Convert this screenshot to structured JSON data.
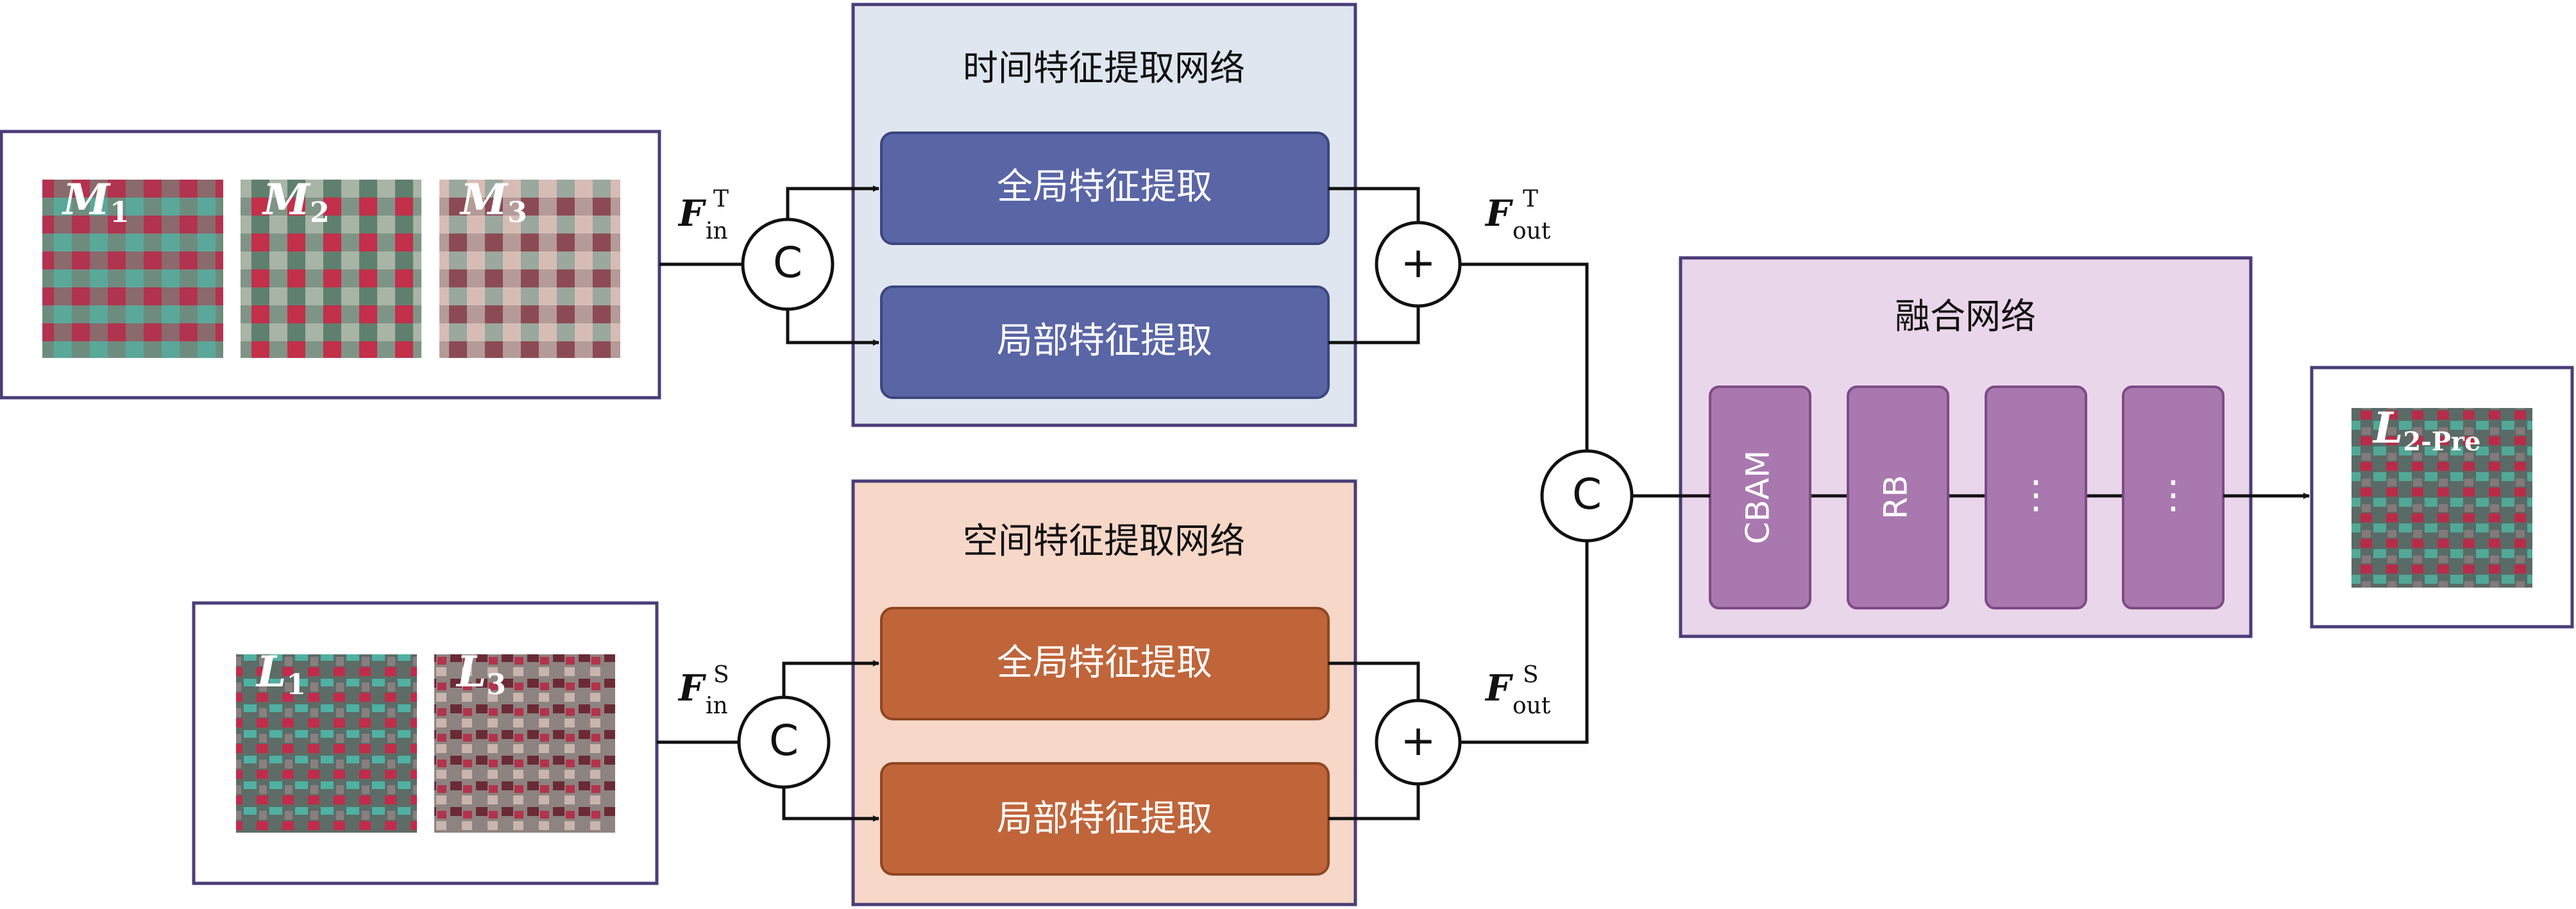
{
  "colors": {
    "stroke": "#111111",
    "frame": "#4a3d78",
    "temporal_panel_fill": "#dfe6f0",
    "spatial_panel_fill": "#f6d7c8",
    "blue_block": "#5a65a6",
    "blue_block_border": "#3c467f",
    "orange_block": "#c0653a",
    "orange_block_border": "#8f4522",
    "fusion_panel_fill": "#ead6ea",
    "fusion_block": "#a978af",
    "fusion_block_border": "#7d4b86"
  },
  "inputs": {
    "modis": [
      {
        "base": "M",
        "sub": "1"
      },
      {
        "base": "M",
        "sub": "2"
      },
      {
        "base": "M",
        "sub": "3"
      }
    ],
    "landsat": [
      {
        "base": "L",
        "sub": "1"
      },
      {
        "base": "L",
        "sub": "3"
      }
    ]
  },
  "temporal": {
    "title": "时间特征提取网络",
    "global_label": "全局特征提取",
    "local_label": "局部特征提取",
    "in_base": "F",
    "in_sub": "in",
    "in_sup": "T",
    "out_base": "F",
    "out_sub": "out",
    "out_sup": "T"
  },
  "spatial": {
    "title": "空间特征提取网络",
    "global_label": "全局特征提取",
    "local_label": "局部特征提取",
    "in_base": "F",
    "in_sub": "in",
    "in_sup": "S",
    "out_base": "F",
    "out_sub": "out",
    "out_sup": "S"
  },
  "operators": {
    "concat": "C",
    "add": "+"
  },
  "fusion": {
    "title": "融合网络",
    "blocks": [
      "CBAM",
      "RB",
      "⋮",
      "⋮"
    ]
  },
  "output": {
    "base": "L",
    "sub": "2-Pre"
  }
}
